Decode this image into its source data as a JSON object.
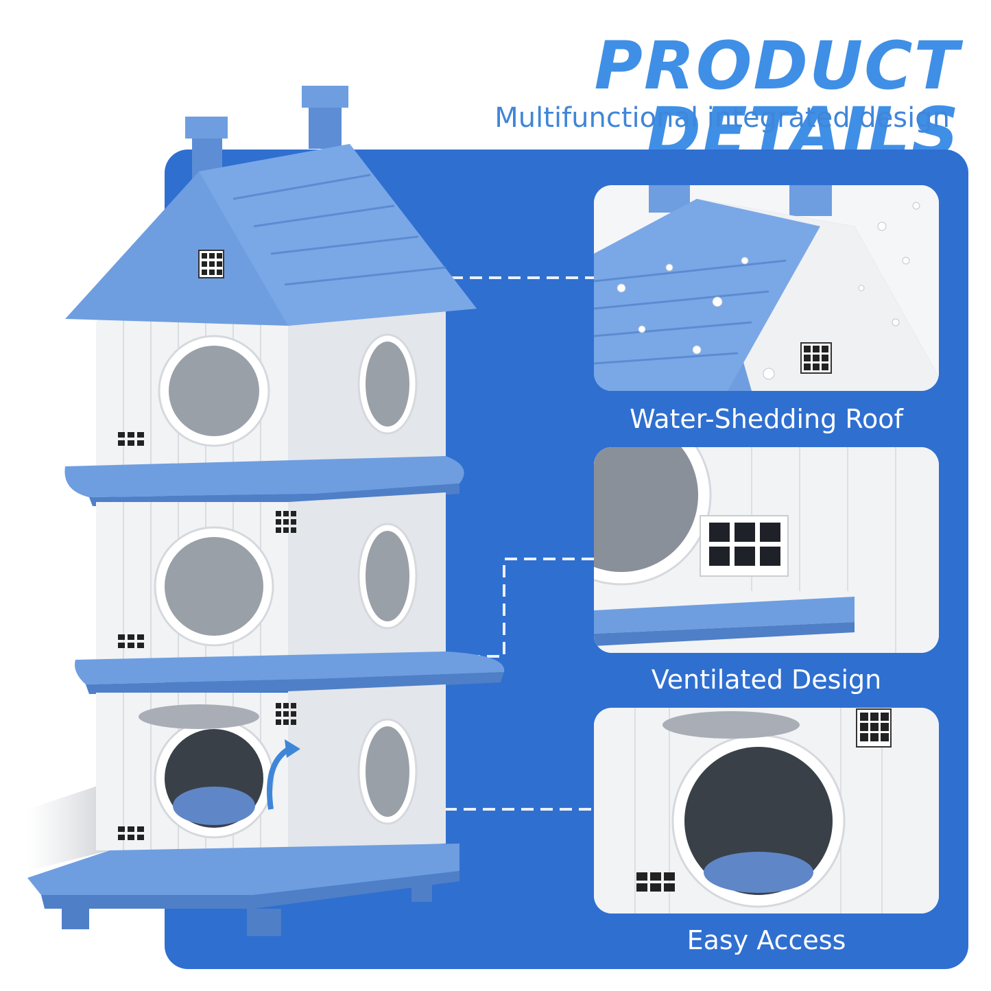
{
  "header": {
    "title": "PRODUCT DETAILS",
    "subtitle": "Multifunctional integrated design"
  },
  "features": [
    {
      "label": "Water-Shedding Roof"
    },
    {
      "label": "Ventilated Design"
    },
    {
      "label": "Easy Access"
    }
  ],
  "colors": {
    "brand_blue": "#3f8fe6",
    "panel_blue": "#2f6fd0",
    "roof_blue": "#6e9ee0",
    "wall_white": "#f2f3f5",
    "window_grey": "#9aa0a8"
  }
}
